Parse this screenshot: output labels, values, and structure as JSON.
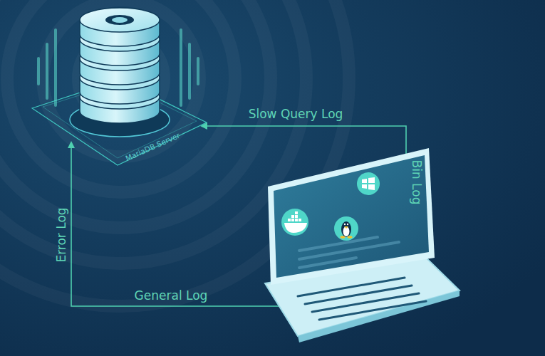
{
  "diagram": {
    "nodes": [
      {
        "text": [
          "MariaDB Server"
        ]
      }
    ],
    "labels": [
      "Slow Query Log",
      "Bin Log",
      "Error Log",
      "General Log"
    ]
  }
}
